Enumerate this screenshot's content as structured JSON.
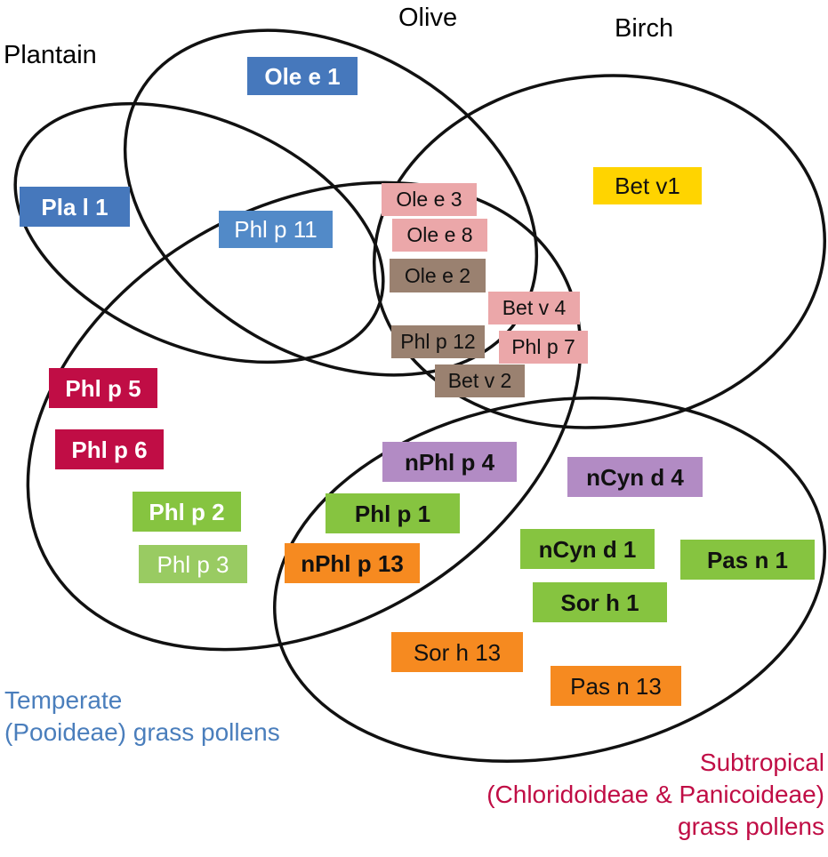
{
  "figure": "venn-diagram-pollen-allergens",
  "region_labels": {
    "plantain": "Plantain",
    "olive": "Olive",
    "birch": "Birch",
    "temperate_line1": "Temperate",
    "temperate_line2": "(Pooideae) grass pollens",
    "subtropical_line1": "Subtropical",
    "subtropical_line2": "(Chloridoideae & Panicoideae)",
    "subtropical_line3": "grass pollens"
  },
  "allergens": [
    {
      "label": "Ole e 1",
      "color": "blue"
    },
    {
      "label": "Pla l 1",
      "color": "blue"
    },
    {
      "label": "Phl p 11",
      "color": "blue"
    },
    {
      "label": "Ole e 3",
      "color": "pink"
    },
    {
      "label": "Ole e 8",
      "color": "pink"
    },
    {
      "label": "Ole e 2",
      "color": "brown"
    },
    {
      "label": "Bet v 4",
      "color": "pink"
    },
    {
      "label": "Phl p 12",
      "color": "brown"
    },
    {
      "label": "Phl p 7",
      "color": "pink"
    },
    {
      "label": "Bet v 2",
      "color": "brown"
    },
    {
      "label": "Bet v1",
      "color": "yellow"
    },
    {
      "label": "Phl p 5",
      "color": "crimson"
    },
    {
      "label": "Phl p 6",
      "color": "crimson"
    },
    {
      "label": "Phl p 2",
      "color": "green"
    },
    {
      "label": "Phl p 3",
      "color": "light-green"
    },
    {
      "label": "nPhl p 4",
      "color": "purple"
    },
    {
      "label": "Phl p 1",
      "color": "green"
    },
    {
      "label": "nPhl p 13",
      "color": "orange"
    },
    {
      "label": "nCyn d 4",
      "color": "purple"
    },
    {
      "label": "nCyn d 1",
      "color": "green"
    },
    {
      "label": "Pas n 1",
      "color": "green"
    },
    {
      "label": "Sor h 1",
      "color": "green"
    },
    {
      "label": "Sor h 13",
      "color": "orange"
    },
    {
      "label": "Pas n 13",
      "color": "orange"
    }
  ],
  "palette": {
    "blue": "#4678BC",
    "blue_light": "#528AC8",
    "pink": "#EBA7A9",
    "brown": "#9A8170",
    "yellow": "#FFD400",
    "crimson": "#C00D45",
    "green": "#86C440",
    "light_green": "#99CB62",
    "purple": "#B28BC4",
    "orange": "#F68A20",
    "ellipse_outline": "#111111",
    "temperate_text": "#4A7EBC",
    "subtropical_text": "#C00D45"
  }
}
